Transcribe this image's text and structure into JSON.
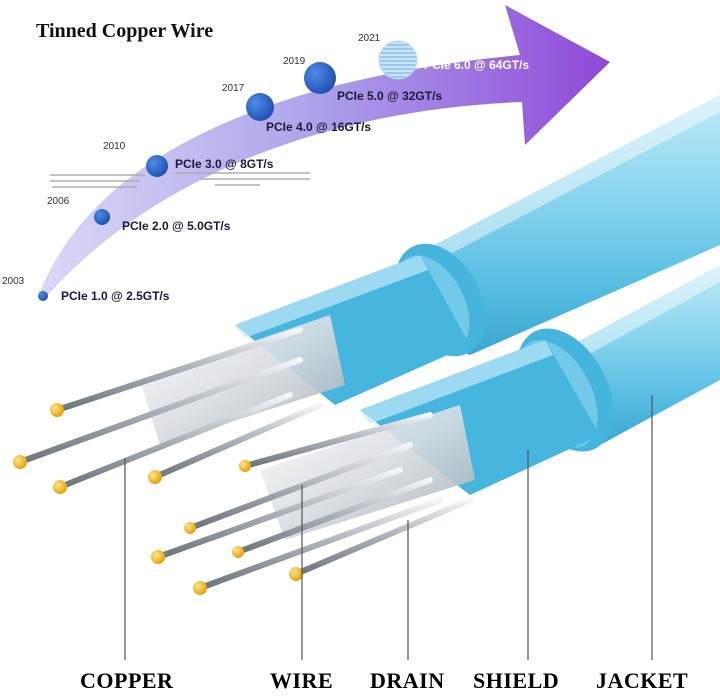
{
  "title": "Tinned Copper Wire",
  "timeline": [
    {
      "year": "2003",
      "label": "PCIe 1.0 @ 2.5GT/s"
    },
    {
      "year": "2006",
      "label": "PCIe 2.0 @ 5.0GT/s"
    },
    {
      "year": "2010",
      "label": "PCIe 3.0 @ 8GT/s"
    },
    {
      "year": "2017",
      "label": "PCIe 4.0 @ 16GT/s"
    },
    {
      "year": "2019",
      "label": "PCIe 5.0 @ 32GT/s"
    },
    {
      "year": "2021",
      "label": "PCIe 6.0 @ 64GT/s"
    }
  ],
  "parts": [
    "COPPER",
    "WIRE",
    "DRAIN",
    "SHIELD",
    "JACKET"
  ],
  "colors": {
    "arrow_start": "#c6c3f0",
    "arrow_end": "#8a3fd6",
    "dot": "#2a63c8",
    "jacket": "#7fd0ea",
    "shield": "#45b6de",
    "wire_tip": "#f2b817"
  }
}
